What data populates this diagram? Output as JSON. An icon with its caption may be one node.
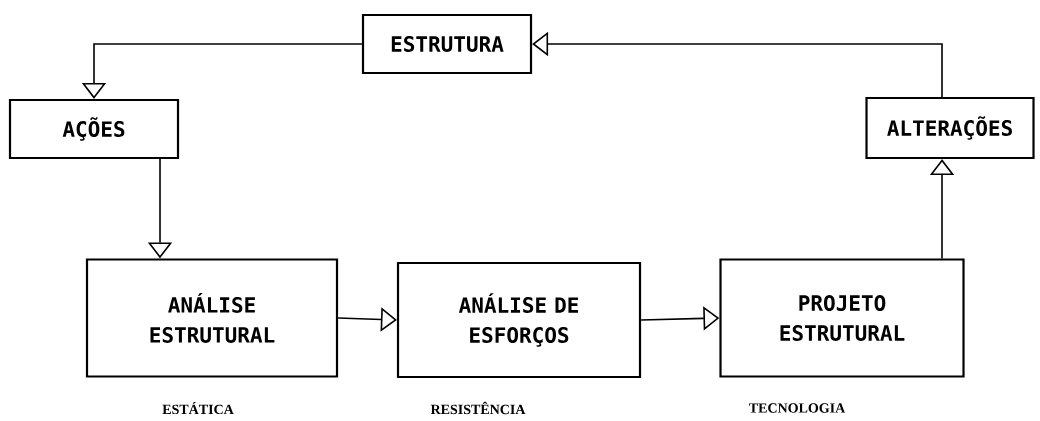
{
  "diagram": {
    "nodes": [
      {
        "text": [
          "ESTRUTURA"
        ]
      },
      {
        "text": [
          "AÇÕES"
        ]
      },
      {
        "text": [
          "ALTERAÇÕES"
        ]
      },
      {
        "text": [
          "ANÁLISE ESTRUTURAL"
        ],
        "beside": [
          "ESTÁTICA"
        ]
      },
      {
        "text": [
          "ANÁLISE DE ESFORÇOS"
        ],
        "beside": [
          "RESISTÊNCIA"
        ]
      },
      {
        "text": [
          "PROJETO ESTRUTURAL"
        ],
        "beside": [
          "TECNOLOGIA"
        ]
      }
    ],
    "edges": [
      {
        "from": 0,
        "to": 1,
        "arrow": "to"
      },
      {
        "from": 1,
        "to": 3,
        "arrow": "to"
      },
      {
        "from": 3,
        "to": 4,
        "arrow": "to"
      },
      {
        "from": 4,
        "to": 5,
        "arrow": "to"
      },
      {
        "from": 5,
        "to": 2,
        "arrow": "to"
      },
      {
        "from": 2,
        "to": 0,
        "arrow": "to"
      }
    ]
  }
}
